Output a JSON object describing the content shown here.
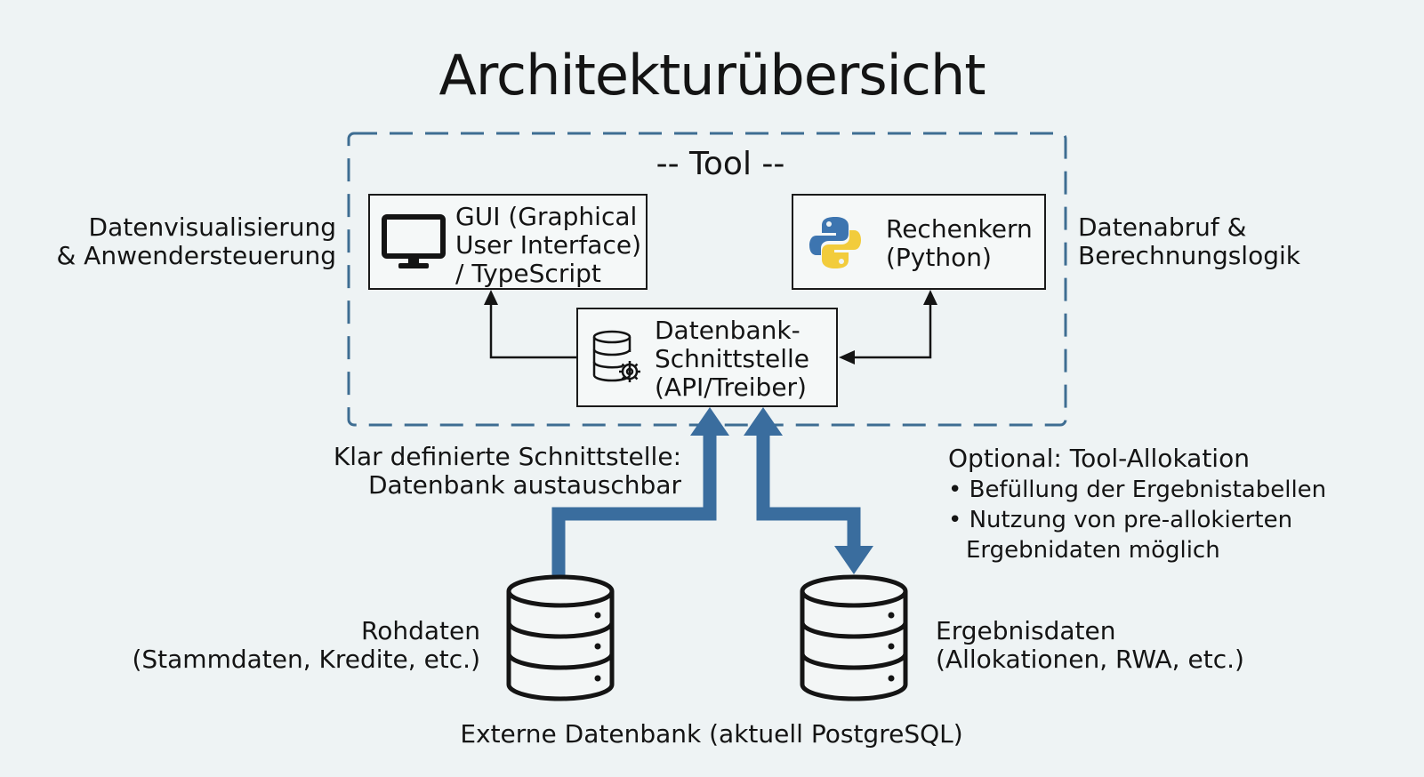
{
  "title": "Architekturübersicht",
  "tool_label": "-- Tool --",
  "gui_box": {
    "lines": [
      "GUI (Graphical",
      "User Interface)",
      "/ TypeScript"
    ],
    "icon": "monitor-icon"
  },
  "rechenkern_box": {
    "lines": [
      "Rechenkern",
      "(Python)"
    ],
    "icon": "python-logo-icon"
  },
  "db_interface_box": {
    "lines": [
      "Datenbank-",
      "Schnittstelle",
      "(API/Treiber)"
    ],
    "icon": "database-gear-icon"
  },
  "left_annotation": [
    "Datenvisualisierung",
    "& Anwendersteuerung"
  ],
  "right_annotation": [
    "Datenabruf &",
    "Berechnungslogik"
  ],
  "interface_note": [
    "Klar definierte Schnittstelle:",
    "Datenbank austauschbar"
  ],
  "optional_note": {
    "heading": "Optional: Tool-Allokation",
    "bullets": [
      "• Befüllung der Ergebnistabellen",
      "• Nutzung von pre-allokierten",
      "Ergebnidaten möglich"
    ]
  },
  "raw_db_label": [
    "Rohdaten",
    "(Stammdaten, Kredite, etc.)"
  ],
  "result_db_label": [
    "Ergebnisdaten",
    "(Allokationen, RWA, etc.)"
  ],
  "external_db_label": "Externe Datenbank (aktuell PostgreSQL)",
  "colors": {
    "flow_arrow": "#3a6d9e",
    "dashed_border": "#3e6d92",
    "python_blue": "#3d75b0",
    "python_yellow": "#f2cc3c"
  }
}
